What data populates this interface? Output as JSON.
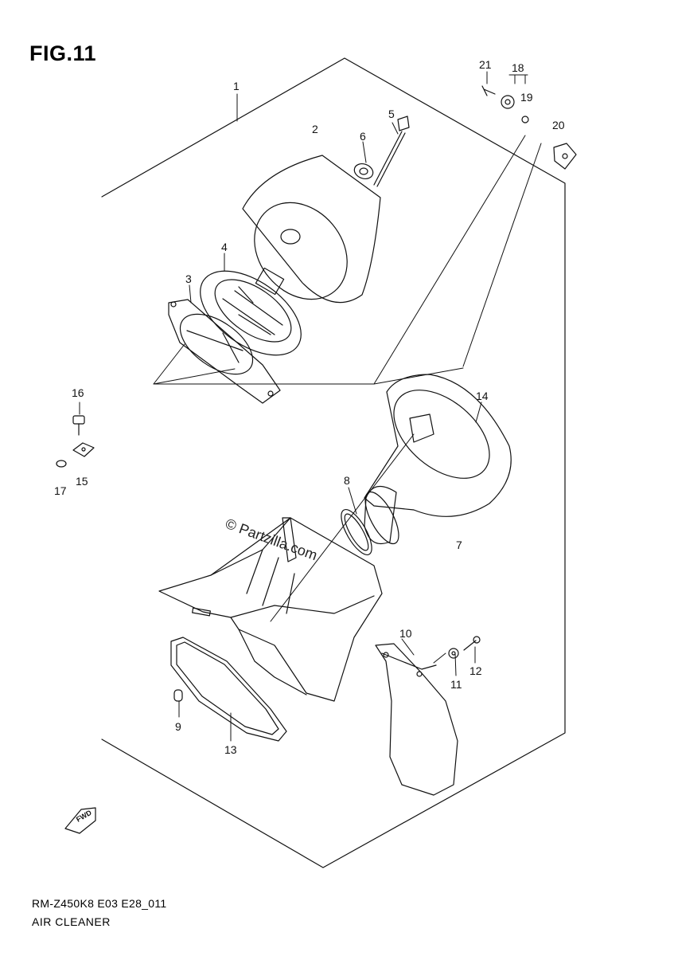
{
  "figure": {
    "title": "FIG.11",
    "model_code": "RM-Z450K8 E03 E28_011",
    "part_name": "AIR CLEANER",
    "watermark": "© Partzilla.com",
    "fwd_label": "FWD"
  },
  "callouts": [
    {
      "id": "1",
      "label": "1"
    },
    {
      "id": "2",
      "label": "2"
    },
    {
      "id": "3",
      "label": "3"
    },
    {
      "id": "4",
      "label": "4"
    },
    {
      "id": "5",
      "label": "5"
    },
    {
      "id": "6",
      "label": "6"
    },
    {
      "id": "7",
      "label": "7"
    },
    {
      "id": "8",
      "label": "8"
    },
    {
      "id": "9",
      "label": "9"
    },
    {
      "id": "10",
      "label": "10"
    },
    {
      "id": "11",
      "label": "11"
    },
    {
      "id": "12",
      "label": "12"
    },
    {
      "id": "13",
      "label": "13"
    },
    {
      "id": "14",
      "label": "14"
    },
    {
      "id": "15",
      "label": "15"
    },
    {
      "id": "16",
      "label": "16"
    },
    {
      "id": "17",
      "label": "17"
    },
    {
      "id": "18",
      "label": "18"
    },
    {
      "id": "19",
      "label": "19"
    },
    {
      "id": "20",
      "label": "20"
    },
    {
      "id": "21",
      "label": "21"
    }
  ]
}
